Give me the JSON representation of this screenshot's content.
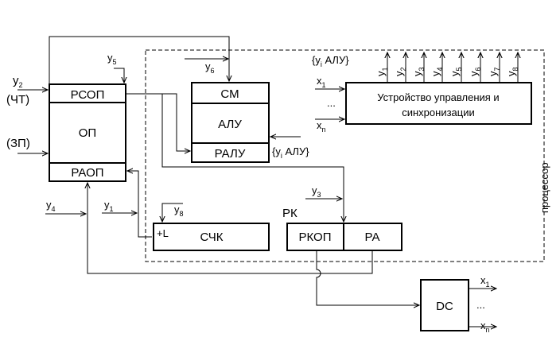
{
  "blocks": {
    "op": {
      "top": "РСОП",
      "mid": "ОП",
      "bot": "РАОП"
    },
    "alu": {
      "top": "СМ",
      "mid": "АЛУ",
      "bot": "РАЛУ"
    },
    "control": {
      "line1": "Устройство управления и",
      "line2": "синхронизации"
    },
    "counter": {
      "name": "СЧК",
      "input": "+L"
    },
    "rk": {
      "label": "РК",
      "left": "РКОП",
      "right": "РА"
    },
    "dc": {
      "name": "DC"
    }
  },
  "signals": {
    "y": "y",
    "x": "x",
    "s1": "1",
    "s2": "2",
    "s3": "3",
    "s4": "4",
    "s5": "5",
    "s6": "6",
    "s7": "7",
    "s8": "8",
    "n": "n",
    "i": "i",
    "alu_set_open": "{y",
    "alu_set_close": " АЛУ}",
    "ellipsis": "...",
    "read": "(ЧТ)",
    "write": "(ЗП)"
  },
  "processor_label": "процессор"
}
